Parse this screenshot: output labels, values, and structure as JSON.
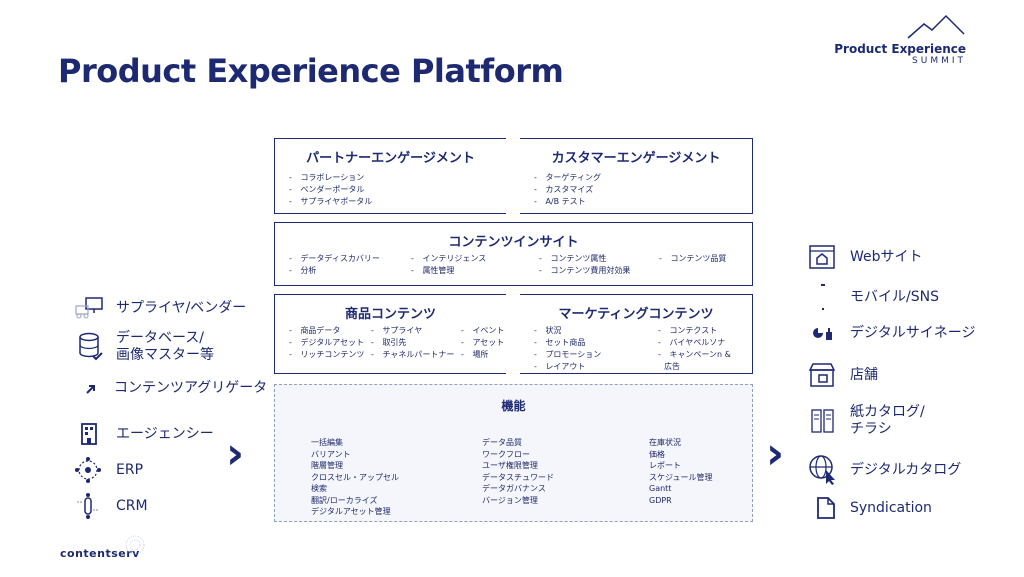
{
  "title": "Product Experience Platform",
  "brand": {
    "line1": "Product Experience",
    "line2": "SUMMIT"
  },
  "footer_logo": "contentserv",
  "engagement": {
    "partner": {
      "title": "パートナーエンゲージメント",
      "items": [
        "コラボレーション",
        "ベンダーポータル",
        "サプライヤポータル"
      ]
    },
    "customer": {
      "title": "カスタマーエンゲージメント",
      "items": [
        "ターゲティング",
        "カスタマイズ",
        "A/B テスト"
      ]
    }
  },
  "content_insight": {
    "title": "コンテンツインサイト",
    "items": [
      "データディスカバリー",
      "分析",
      "インテリジェンス",
      "属性管理",
      "コンテンツ属性",
      "コンテンツ費用対効果",
      "コンテンツ品質"
    ]
  },
  "product_content": {
    "title": "商品コンテンツ",
    "col1": [
      "商品データ",
      "デジタルアセット",
      "リッチコンテンツ"
    ],
    "col2": [
      "サプライヤ",
      "取引先",
      "チャネルパートナー"
    ],
    "col3": [
      "イベント",
      "アセット",
      "場所"
    ]
  },
  "marketing_content": {
    "title": "マーケティングコンテンツ",
    "col1": [
      "状況",
      "セット商品",
      "プロモーション",
      "レイアウト"
    ],
    "col2": [
      "コンテクスト",
      "バイヤペルソナ",
      "キャンペーンn &"
    ],
    "col2_wrap": "広告"
  },
  "functions": {
    "title": "機能",
    "col1": [
      "一括編集",
      "バリアント",
      "階層管理",
      "クロスセル・アップセル",
      "検索",
      "翻訳/ローカライズ",
      "デジタルアセット管理"
    ],
    "col2": [
      "データ品質",
      "ワークフロー",
      "ユーザ権限管理",
      "データスチュワード",
      "データガバナンス",
      "バージョン管理"
    ],
    "col3": [
      "在庫状況",
      "価格",
      "レポート",
      "スケジュール管理",
      "Gantt",
      "GDPR"
    ]
  },
  "sources": [
    {
      "icon": "truck-monitor-icon",
      "label": "サプライヤ/ベンダー"
    },
    {
      "icon": "database-icon",
      "label": "データベース/\n画像マスター等"
    },
    {
      "icon": "arrow-out-icon",
      "label": "コンテンツアグリゲータ"
    },
    {
      "icon": "building-icon",
      "label": "エージェンシー"
    },
    {
      "icon": "network-icon",
      "label": "ERP"
    },
    {
      "icon": "crm-icon",
      "label": "CRM"
    }
  ],
  "outputs": [
    {
      "icon": "web-icon",
      "label": "Webサイト"
    },
    {
      "icon": "mobile-icon",
      "label": "モバイル/SNS"
    },
    {
      "icon": "signage-icon",
      "label": "デジタルサイネージ"
    },
    {
      "icon": "store-icon",
      "label": "店舗"
    },
    {
      "icon": "catalog-icon",
      "label": "紙カタログ/\nチラシ"
    },
    {
      "icon": "globe-click-icon",
      "label": "デジタルカタログ"
    },
    {
      "icon": "document-icon",
      "label": "Syndication"
    }
  ],
  "colors": {
    "primary": "#1d2a72",
    "dashed": "#8ea0c0",
    "func_bg": "#f4f6fb"
  }
}
